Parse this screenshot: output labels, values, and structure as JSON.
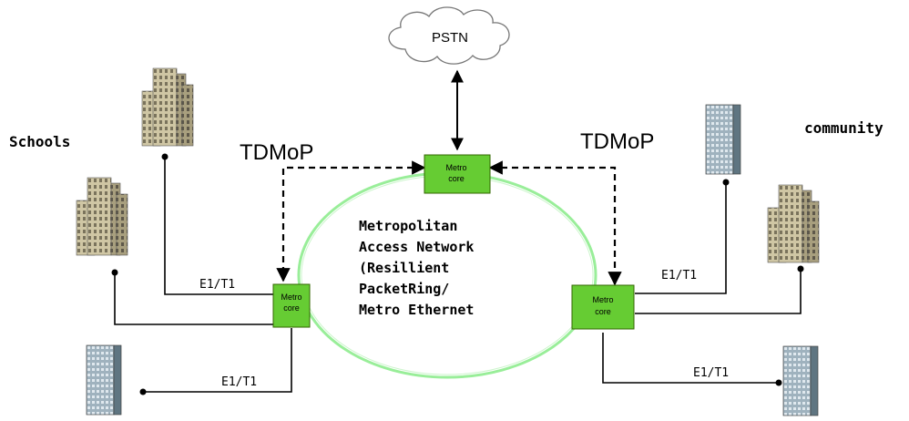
{
  "cloud": {
    "label": "PSTN"
  },
  "groups": {
    "left_label": "Schools",
    "right_label": "community"
  },
  "protocol": {
    "left_label": "TDMoP",
    "right_label": "TDMoP"
  },
  "nodes": {
    "top": {
      "line1": "Metro",
      "line2": "core"
    },
    "left": {
      "line1": "Metro",
      "line2": "core"
    },
    "right": {
      "line1": "Metro",
      "line2": "core"
    }
  },
  "ring": {
    "lines": [
      "Metropolitan",
      "Access Network",
      "(Resillient",
      "PacketRing/",
      "Metro Ethernet"
    ]
  },
  "links": {
    "left_upper": "E1/T1",
    "left_lower": "E1/T1",
    "right_upper": "E1/T1",
    "right_lower": "E1/T1"
  },
  "colors": {
    "ring": "#99ee99",
    "node_fill": "#66cc33",
    "building_tan": "#cfc6a4",
    "building_blue": "#8fa3b0"
  }
}
